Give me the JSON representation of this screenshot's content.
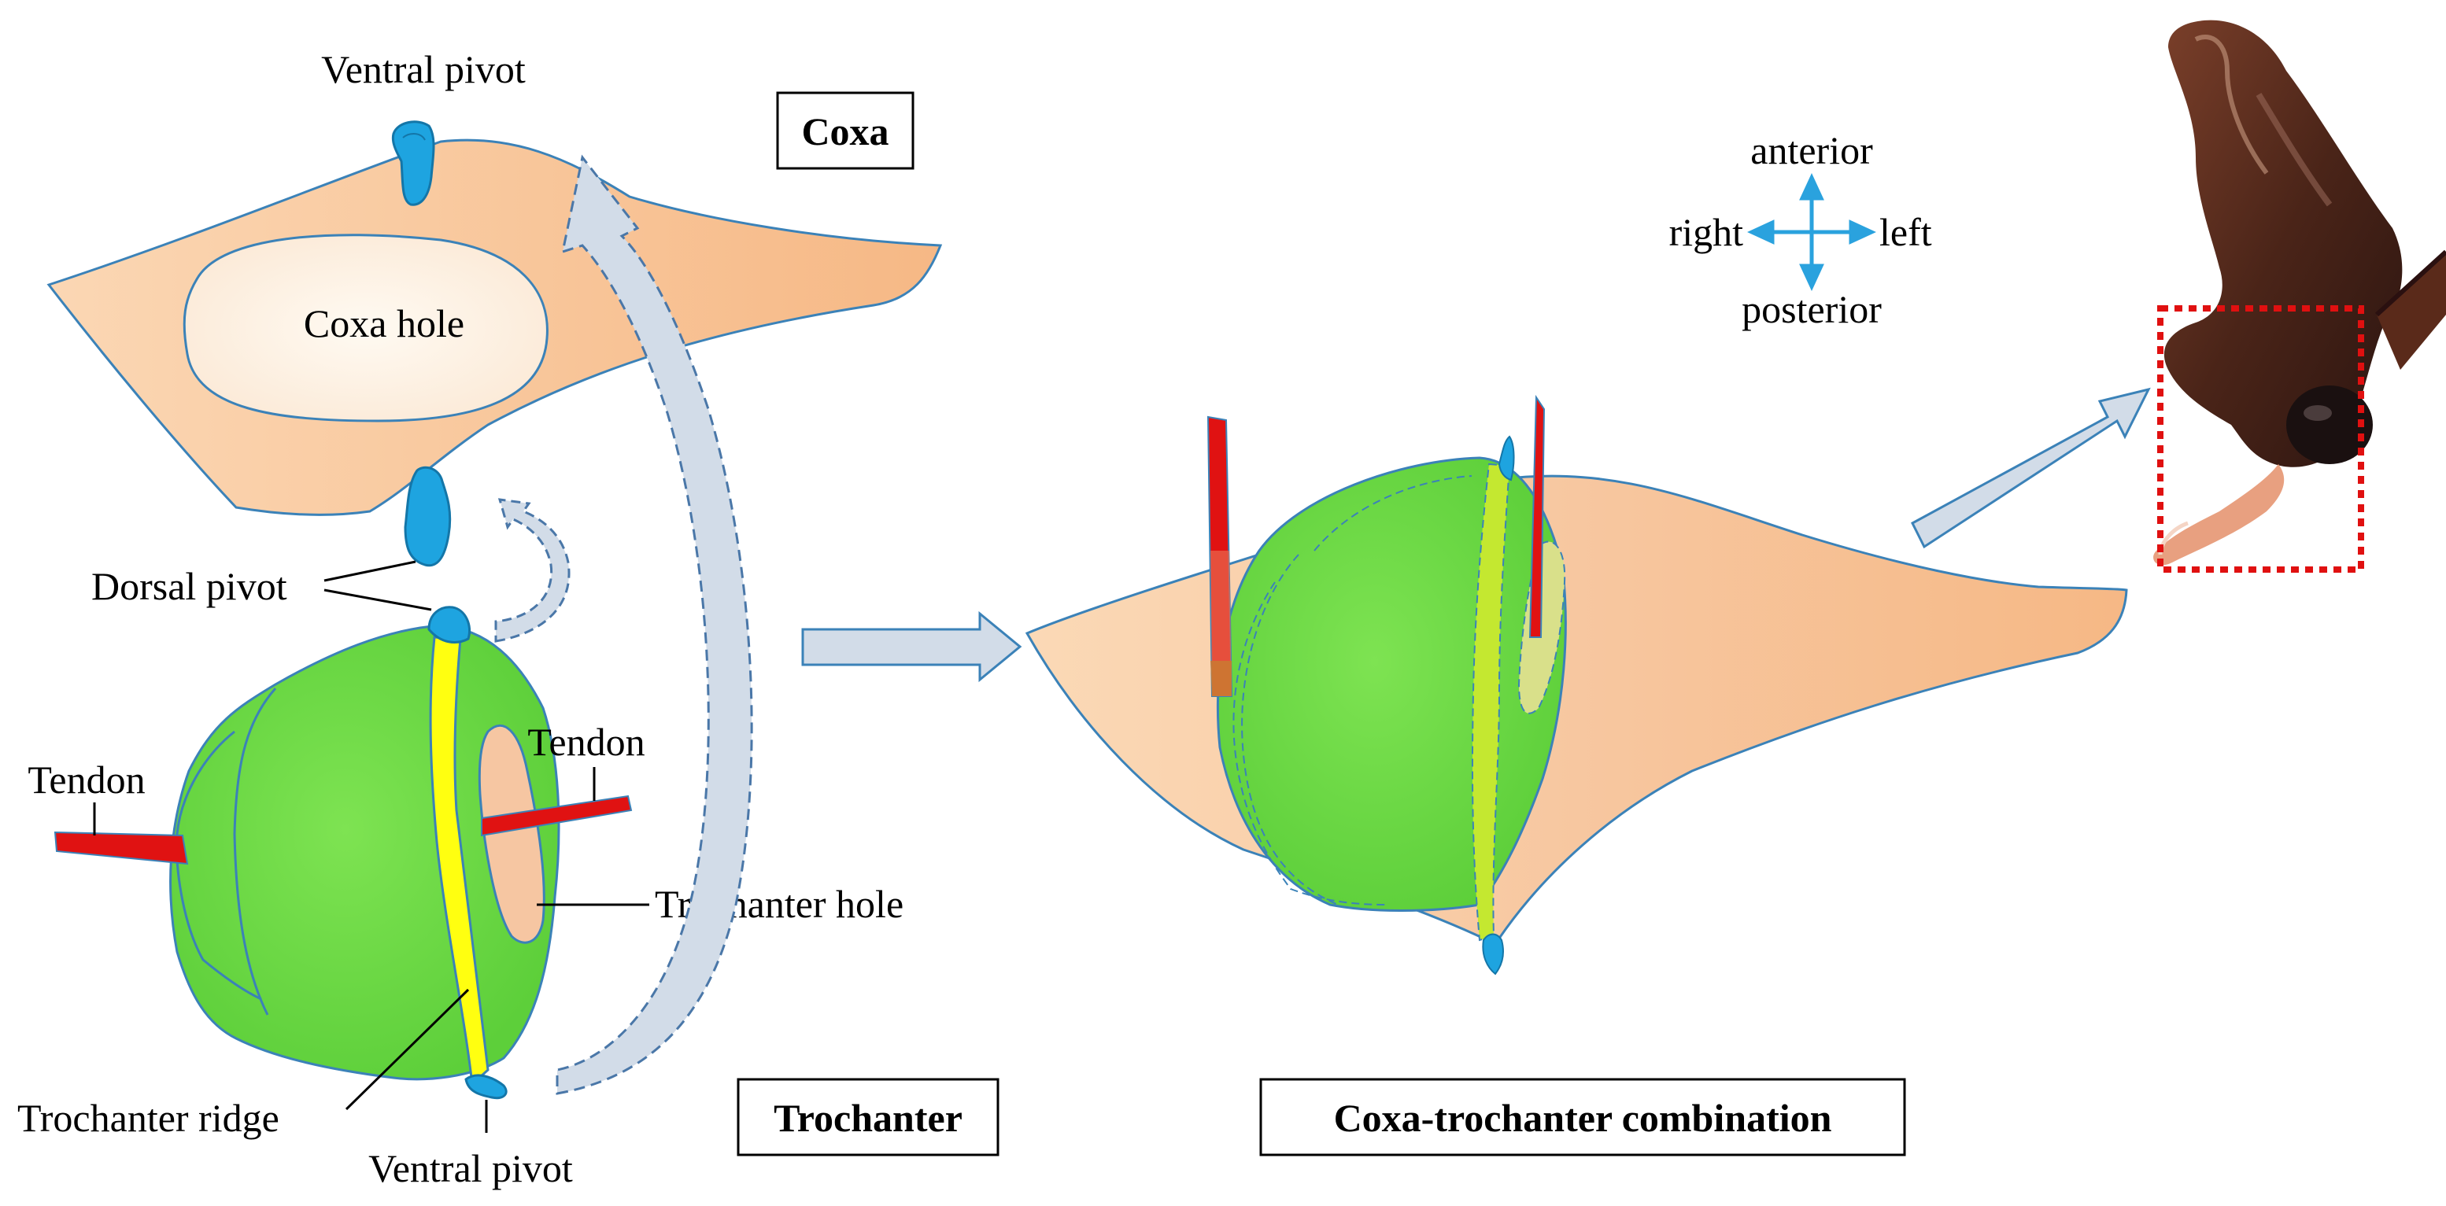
{
  "labels": {
    "coxa_title": "Coxa",
    "coxa_hole": "Coxa hole",
    "ventral_pivot_top": "Ventral pivot",
    "dorsal_pivot": "Dorsal pivot",
    "tendon_left": "Tendon",
    "tendon_right": "Tendon",
    "trochanter_hole": "Trochanter hole",
    "trochanter_ridge": "Trochanter ridge",
    "ventral_pivot_bottom": "Ventral pivot",
    "trochanter_title": "Trochanter",
    "combination_title": "Coxa-trochanter combination"
  },
  "compass": {
    "up": "anterior",
    "down": "posterior",
    "left": "right",
    "right": "left"
  },
  "colors": {
    "coxa_fill": "#f8c193",
    "coxa_outline": "#3b82b8",
    "trochanter_fill": "#6fd84a",
    "ridge": "#ffff10",
    "pivot": "#1ea4e0",
    "tendon": "#e01212",
    "arrow": "#d2dce8",
    "compass": "#2aa2de",
    "highlight_box": "#e01010"
  },
  "photo": {
    "description_icon": "beetle-leg-photo"
  }
}
